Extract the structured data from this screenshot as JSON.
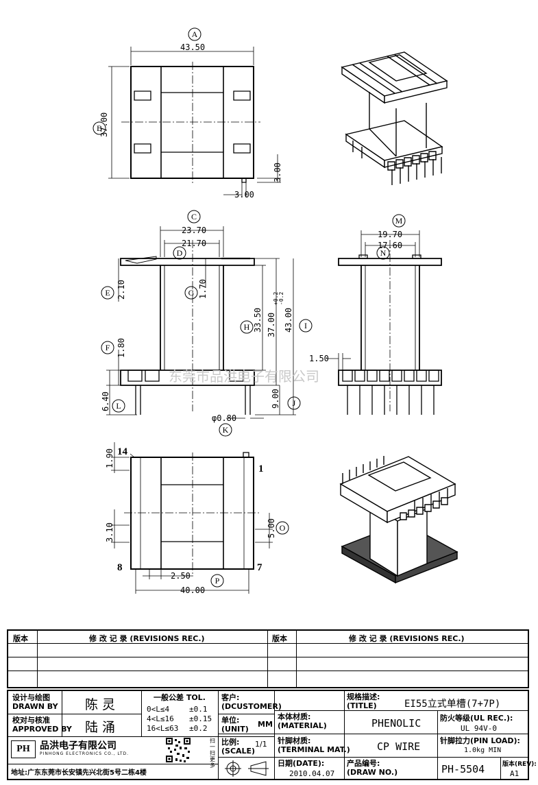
{
  "drawing": {
    "watermark": "东莞市品洪电子有限公司",
    "dims": {
      "a": "43.50",
      "b": "37.00",
      "pin_h": "3.00",
      "pin_w": "3.00",
      "c": "23.70",
      "d": "21.70",
      "e": "2.10",
      "g": "1.70",
      "h": "33.50",
      "tol_main": "37.00",
      "tol_up": "+0.2",
      "tol_dn": "-0.2",
      "i": "43.00",
      "f": "1.80",
      "l": "6.40",
      "j": "9.00",
      "k": "φ0.80",
      "m": "19.70",
      "n": "17.60",
      "side_w": "1.50",
      "q1": "1.90",
      "q2": "3.10",
      "o": "5.00",
      "p1": "2.50",
      "p": "40.00"
    },
    "circles": {
      "A": "A",
      "B": "B",
      "C": "C",
      "D": "D",
      "E": "E",
      "F": "F",
      "G": "G",
      "H": "H",
      "I": "I",
      "J": "J",
      "K": "K",
      "L": "L",
      "M": "M",
      "N": "N",
      "O": "O",
      "P": "P"
    },
    "pins": {
      "p14": "14",
      "p1": "1",
      "p8": "8",
      "p7": "7"
    }
  },
  "revisions": {
    "col1": "版本",
    "col2": "修 改 记 录 (REVISIONS REC.)",
    "col3": "版本",
    "col4": "修 改 记 录 (REVISIONS REC.)"
  },
  "title_block": {
    "design_label_cn": "设计与绘图",
    "design_label_en": "DRAWN BY",
    "design_name": "陈灵",
    "check_label_cn": "校对与核准",
    "check_label_en": "APPROVED BY",
    "check_name": "陆涌",
    "tol_label": "一般公差 TOL.",
    "tol_rows": [
      {
        "range": "0<L≤4",
        "value": "±0.1"
      },
      {
        "range": "4<L≤16",
        "value": "±0.15"
      },
      {
        "range": "16<L≤63",
        "value": "±0.2"
      }
    ],
    "customer_label_cn": "客户:",
    "customer_label_en": "(DCUSTOMER)",
    "unit_label_cn": "单位:",
    "unit_label_en": "(UNIT)",
    "unit_value": "MM",
    "material_label_cn": "本体材质:",
    "material_label_en": "(MATERIAL)",
    "material_value": "PHENOLIC",
    "scale_label_cn": "比例:",
    "scale_label_en": "(SCALE)",
    "scale_value": "1/1",
    "terminal_label_cn": "针脚材质:",
    "terminal_label_en": "(TERMINAL MAT.)",
    "terminal_value": "CP WIRE",
    "title_label_cn": "规格描述:",
    "title_label_en": "(TITLE)",
    "title_value": "EI55立式单槽(7+7P)",
    "fire_label": "防火等级(UL REC.):",
    "fire_value": "UL 94V-0",
    "pin_load_label": "针脚拉力(PIN LOAD):",
    "pin_load_value": "1.0kg MIN",
    "date_label_cn": "日期(DATE):",
    "date_value": "2010.04.07",
    "drawno_label_cn": "产品编号:",
    "drawno_label_en": "(DRAW NO.)",
    "drawno_value": "PH-5504",
    "rev_label": "版本(REV):",
    "rev_value": "A1",
    "company_cn": "品洪电子有限公司",
    "company_en": "PINHONG ELECTRONICS CO., LTD.",
    "logo_text": "PH",
    "qr_side_text": "扫一扫更多",
    "address": "地址:广东东莞市长安镇先兴北街5号二栋4楼"
  }
}
